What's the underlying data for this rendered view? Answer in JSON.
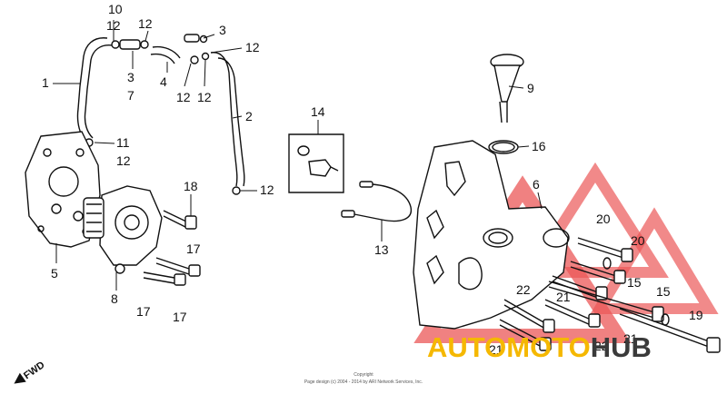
{
  "callouts": [
    {
      "id": "c10",
      "label": "10"
    },
    {
      "id": "c12a",
      "label": "12"
    },
    {
      "id": "c12b",
      "label": "12"
    },
    {
      "id": "c3a",
      "label": "3"
    },
    {
      "id": "c12c",
      "label": "12"
    },
    {
      "id": "c1",
      "label": "1"
    },
    {
      "id": "c3b",
      "label": "3"
    },
    {
      "id": "c7",
      "label": "7"
    },
    {
      "id": "c4",
      "label": "4"
    },
    {
      "id": "c12d",
      "label": "12"
    },
    {
      "id": "c12e",
      "label": "12"
    },
    {
      "id": "c2",
      "label": "2"
    },
    {
      "id": "c11",
      "label": "11"
    },
    {
      "id": "c12f",
      "label": "12"
    },
    {
      "id": "c12g",
      "label": "12"
    },
    {
      "id": "c14",
      "label": "14"
    },
    {
      "id": "c9",
      "label": "9"
    },
    {
      "id": "c16",
      "label": "16"
    },
    {
      "id": "c18",
      "label": "18"
    },
    {
      "id": "c5",
      "label": "5"
    },
    {
      "id": "c8",
      "label": "8"
    },
    {
      "id": "c17a",
      "label": "17"
    },
    {
      "id": "c17b",
      "label": "17"
    },
    {
      "id": "c17c",
      "label": "17"
    },
    {
      "id": "c13",
      "label": "13"
    },
    {
      "id": "c6",
      "label": "6"
    },
    {
      "id": "c20a",
      "label": "20"
    },
    {
      "id": "c20b",
      "label": "20"
    },
    {
      "id": "c15a",
      "label": "15"
    },
    {
      "id": "c15b",
      "label": "15"
    },
    {
      "id": "c22a",
      "label": "22"
    },
    {
      "id": "c21a",
      "label": "21"
    },
    {
      "id": "c21b",
      "label": "21"
    },
    {
      "id": "c21c",
      "label": "21"
    },
    {
      "id": "c22b",
      "label": "22"
    },
    {
      "id": "c19",
      "label": "19"
    }
  ],
  "fwd_label": "FWD",
  "copyright": {
    "line1": "Copyright",
    "line2": "Page design (c) 2004 - 2014 by ARI Network Services, Inc."
  },
  "watermark": {
    "part1": "AUTO",
    "part2": "MOTO",
    "part3": "HUB",
    "color_primary": "#f5b800",
    "color_accent": "#e83a3a",
    "color_dark": "#3a3a3a"
  }
}
